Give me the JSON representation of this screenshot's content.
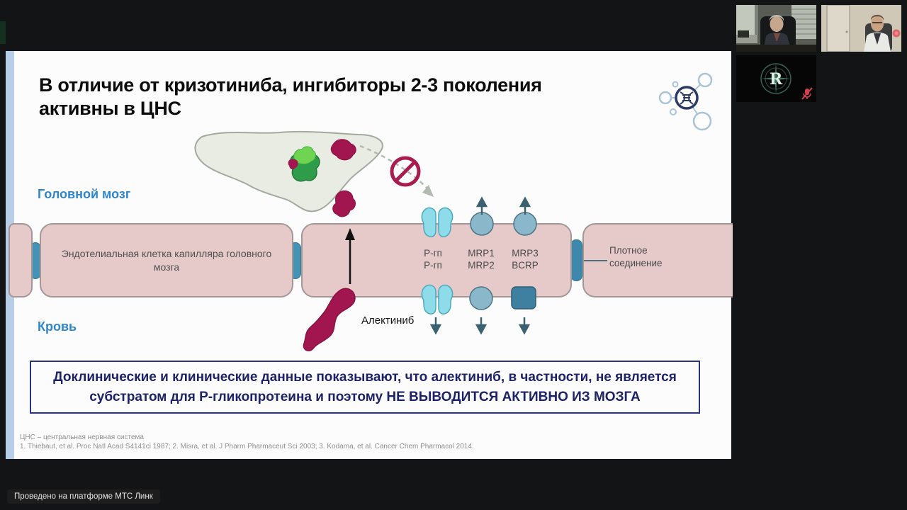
{
  "slide": {
    "title": "В отличие от кризотиниба, ингибиторы 2-3 поколения активны в ЦНС",
    "region_labels": {
      "brain": "Головной мозг",
      "blood": "Кровь"
    },
    "cell_label": "Эндотелиальная клетка капилляра головного мозга",
    "tight_junction_label": "Плотное соединение",
    "drug_label": "Алектиниб",
    "transporter_labels": [
      {
        "line1": "Р-гп",
        "line2": "Р-гп"
      },
      {
        "line1": "MRP1",
        "line2": "MRP2"
      },
      {
        "line1": "MRP3",
        "line2": "BCRP"
      }
    ],
    "callout": "Доклинические и клинические данные показывают, что алектиниб, в частности, не является субстратом для Р-гликопротеина и поэтому НЕ ВЫВОДИТСЯ АКТИВНО ИЗ МОЗГА",
    "footnote_abbreviation": "ЦНС – центральная нервная система",
    "footnote_references": "1. Thiebaut, et al. Proc Natl Acad S4141ci 1987; 2. Misra, et al. J Pharm Pharmaceut Sci 2003; 3. Kodama, et al. Cancer Chem Pharmacol 2014.",
    "colors": {
      "accent_blue": "#2e86cf",
      "cell_fill": "#e6caca",
      "connector_teal": "#4493b4",
      "molecule_crimson": "#a2164f",
      "callout_navy": "#1d2366",
      "stripe_blue": "#b8cde6"
    }
  },
  "conference": {
    "platform_badge": "Проведено на платформе МТС Линк",
    "logo_letter": "R"
  }
}
